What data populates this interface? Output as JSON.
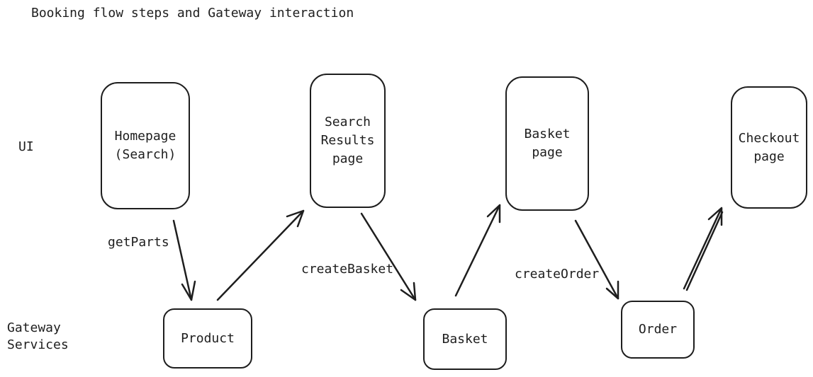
{
  "title": "Booking flow steps and Gateway interaction",
  "lanes": {
    "ui": "UI",
    "gateway": "Gateway\nServices"
  },
  "ui_nodes": {
    "homepage": "Homepage\n(Search)",
    "search_results": "Search\nResults\npage",
    "basket_page": "Basket\npage",
    "checkout_page": "Checkout\npage"
  },
  "services": {
    "product": "Product",
    "basket": "Basket",
    "order": "Order"
  },
  "edges": {
    "getparts": "getParts",
    "createbasket": "createBasket",
    "createorder": "createOrder"
  },
  "colors": {
    "stroke": "#1e1e1e",
    "background": "#ffffff"
  }
}
